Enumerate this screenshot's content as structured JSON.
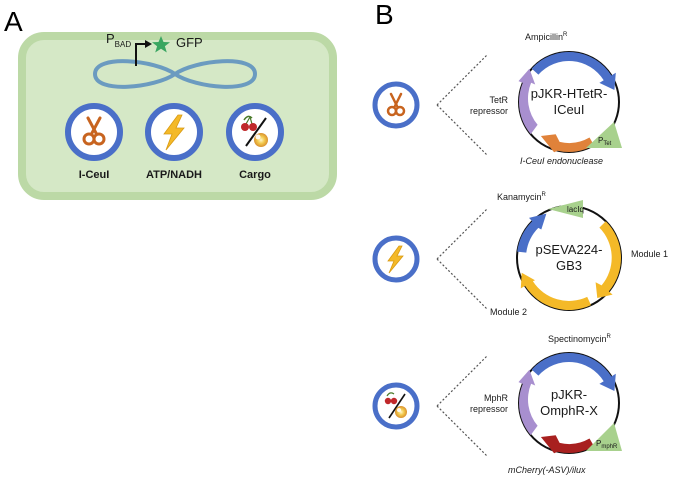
{
  "panel_a": {
    "letter": "A",
    "promoter_main": "P",
    "promoter_sub": "BAD",
    "gene": "GFP",
    "modules": [
      {
        "label": "I-CeuI",
        "icon": "scissors-icon"
      },
      {
        "label": "ATP/NADH",
        "icon": "lightning-icon"
      },
      {
        "label": "Cargo",
        "icon": "cherry-cargo-icon"
      }
    ]
  },
  "panel_b": {
    "letter": "B",
    "plasmids": [
      {
        "name_line1": "pJKR-HTetR-",
        "name_line2": "ICeuI",
        "labels": {
          "top": "Ampicillin",
          "top_sup": "R",
          "left_line1": "TetR",
          "left_line2": "repressor",
          "bottom": "I-CeuI endonuclease",
          "promoter_main": "P",
          "promoter_sub": "Tet"
        },
        "colors": {
          "top": "#4a6fc8",
          "left": "#a88fcf",
          "bottom": "#e0823a",
          "promoter": "#a8d18d"
        }
      },
      {
        "name_line1": "pSEVA224-",
        "name_line2": "GB3",
        "labels": {
          "top": "Kanamycin",
          "top_sup": "R",
          "lacIq": "lacIq",
          "right": "Module 1",
          "bottom_left": "Module 2"
        },
        "colors": {
          "top": "#4a6fc8",
          "modules": "#f4b928",
          "lacIq": "#a8d18d"
        }
      },
      {
        "name_line1": "pJKR-",
        "name_line2": "OmphR-X",
        "labels": {
          "top": "Spectinomycin",
          "top_sup": "R",
          "left_line1": "MphR",
          "left_line2": "repressor",
          "bottom": "mCherry(-ASV)/ilux",
          "promoter_main": "P",
          "promoter_sub": "mphR"
        },
        "colors": {
          "top": "#4a6fc8",
          "left": "#a88fcf",
          "bottom": "#a8201f",
          "promoter": "#a8d18d"
        }
      }
    ]
  },
  "colors": {
    "cell_fill": "#d5e8c6",
    "cell_border": "#bcd9a6",
    "dna": "#6b9bc0",
    "star": "#3aa661",
    "module_ring": "#4a6fc8",
    "scissors": "#c8641f",
    "lightning": "#f4b928"
  }
}
